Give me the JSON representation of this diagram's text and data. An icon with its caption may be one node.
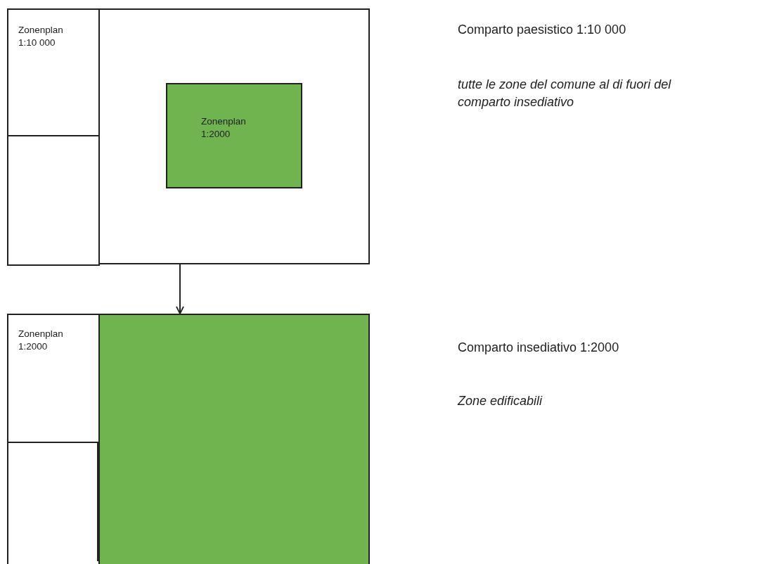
{
  "diagram": {
    "nodes": [
      {
        "text": [],
        "shape": "box",
        "beside": [
          "Comparto paesistico 1:10 000",
          "tutte le zone del comune al di fuori del comparto insediativo"
        ]
      },
      {
        "text": [
          "Zonenplan 1:10 000"
        ],
        "in": 0
      },
      {
        "text": [],
        "shape": "box",
        "in": 0
      },
      {
        "text": [],
        "shape": "box",
        "in": 0
      },
      {
        "text": [
          "Zonenplan 1:2000"
        ],
        "in": 3
      },
      {
        "text": [],
        "shape": "box",
        "beside": [
          "Comparto insediativo 1:2000",
          "Zone edificabili"
        ]
      },
      {
        "text": [
          "Zonenplan 1:2000"
        ],
        "in": 5
      },
      {
        "text": [],
        "shape": "box",
        "in": 5
      },
      {
        "text": [],
        "shape": "box",
        "in": 5
      }
    ],
    "edges": [
      {
        "from": 0,
        "to": 5,
        "arrow": "to"
      }
    ]
  }
}
